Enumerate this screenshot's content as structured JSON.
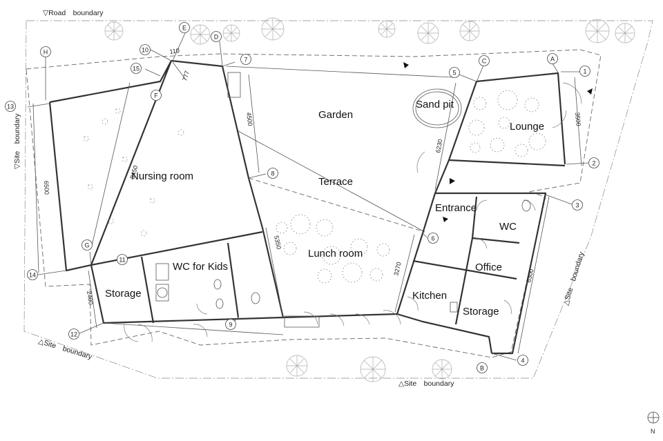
{
  "rooms": {
    "garden": "Garden",
    "sand_pit": "Sand pit",
    "lounge": "Lounge",
    "nursing_room": "Nursing room",
    "terrace": "Terrace",
    "entrance": "Entrance",
    "wc": "WC",
    "wc_for_kids": "WC for Kids",
    "lunch_room": "Lunch room",
    "office": "Office",
    "storage_west": "Storage",
    "kitchen": "Kitchen",
    "storage_east": "Storage"
  },
  "boundaries": {
    "road": "▽Road　boundary",
    "site_west": "▽Site　boundary",
    "site_southwest": "△Site　boundary",
    "site_south": "△Site　boundary",
    "site_east": "△Site　boundary"
  },
  "grid_numbers": [
    "1",
    "2",
    "3",
    "4",
    "5",
    "6",
    "7",
    "8",
    "9",
    "10",
    "11",
    "12",
    "13",
    "14",
    "15"
  ],
  "grid_letters": [
    "A",
    "B",
    "C",
    "D",
    "E",
    "F",
    "G",
    "H"
  ],
  "dimensions": {
    "d110": "110",
    "d777": "777",
    "d4500": "4500",
    "d6230": "6230",
    "d3500": "3500",
    "d8450": "8450",
    "d6500": "6500",
    "d5350": "5350",
    "d3270": "3270",
    "d2400": "2400",
    "d6300": "6300"
  },
  "north_label": "N"
}
